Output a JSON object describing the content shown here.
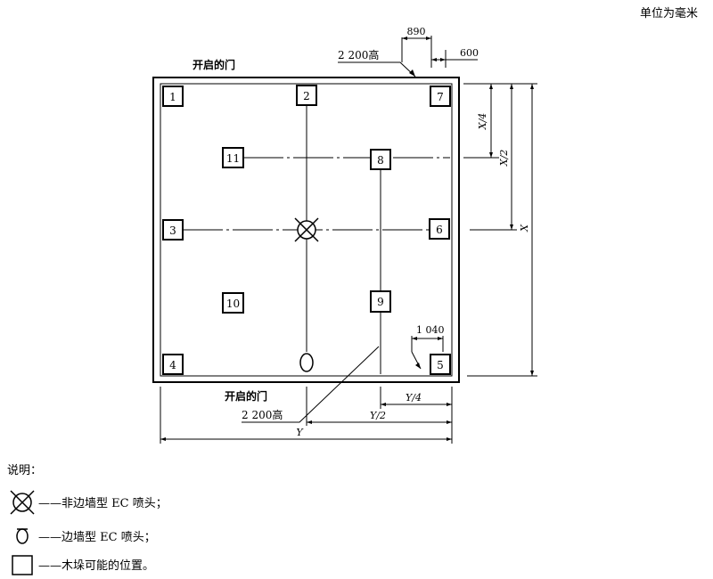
{
  "unit_note": "单位为毫米",
  "door_label_top": "开启的门",
  "door_label_bottom": "开启的门",
  "height_label_top": "2 200高",
  "height_label_bottom": "2 200高",
  "dims": {
    "d890": "890",
    "d600": "600",
    "d1040": "1 040",
    "x_quarter": "X/4",
    "x_half": "X/2",
    "x_full": "X",
    "y_quarter": "Y/4",
    "y_half": "Y/2",
    "y_full": "Y"
  },
  "positions": [
    "1",
    "2",
    "7",
    "11",
    "8",
    "3",
    "6",
    "10",
    "9",
    "4",
    "5"
  ],
  "legend": {
    "title": "说明：",
    "items": [
      "——非边墙型 EC 喷头；",
      "——边墙型 EC 喷头；",
      "——木垛可能的位置。"
    ]
  }
}
